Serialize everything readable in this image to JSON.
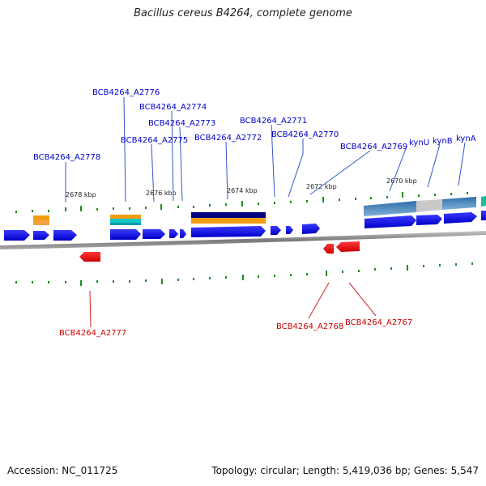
{
  "title": "Bacillus cereus B4264, complete genome",
  "footer": {
    "accession": "Accession: NC_011725",
    "summary": "Topology: circular; Length: 5,419,036 bp; Genes: 5,547"
  },
  "colors": {
    "forward": "#0000ff",
    "reverse": "#ff0000",
    "tick": "#228b22",
    "backbone": "#7a7a7a",
    "forward_label": "#0000cc",
    "reverse_label": "#cc0000"
  },
  "scale_labels": [
    "2678 kbp",
    "2676 kbp",
    "2674 kbp",
    "2672 kbp",
    "2670 kbp"
  ],
  "forward_labels": [
    "BCB4264_A2778",
    "BCB4264_A2776",
    "BCB4264_A2774",
    "BCB4264_A2773",
    "BCB4264_A2775",
    "BCB4264_A2772",
    "BCB4264_A2771",
    "BCB4264_A2770",
    "BCB4264_A2769",
    "kynU",
    "kynB",
    "kynA"
  ],
  "reverse_labels": [
    "BCB4264_A2777",
    "BCB4264_A2768",
    "BCB4264_A2767"
  ]
}
